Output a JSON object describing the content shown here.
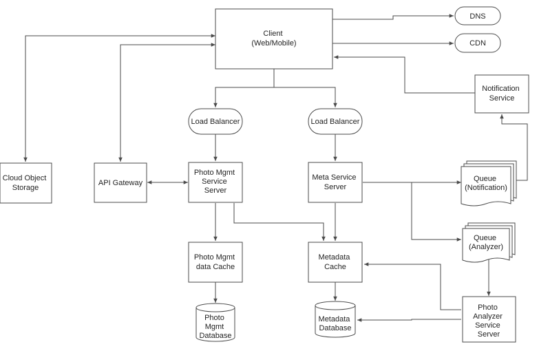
{
  "nodes": {
    "client": [
      "Client",
      "(Web/Mobile)"
    ],
    "dns": [
      "DNS"
    ],
    "cdn": [
      "CDN"
    ],
    "notification_service": [
      "Notification",
      "Service"
    ],
    "load_balancer_left": [
      "Load Balancer"
    ],
    "load_balancer_right": [
      "Load Balancer"
    ],
    "cloud_object_storage": [
      "Cloud Object",
      "Storage"
    ],
    "api_gateway": [
      "API Gateway"
    ],
    "photo_mgmt_service": [
      "Photo Mgmt",
      "Service",
      "Server"
    ],
    "meta_service_server": [
      "Meta Service",
      "Server"
    ],
    "queue_notification": [
      "Queue",
      "(Notification)"
    ],
    "queue_analyzer": [
      "Queue",
      "(Analyzer)"
    ],
    "photo_mgmt_cache": [
      "Photo Mgmt",
      "data Cache"
    ],
    "metadata_cache": [
      "Metadata",
      "Cache"
    ],
    "photo_mgmt_database": [
      "Photo",
      "Mgmt",
      "Database"
    ],
    "metadata_database": [
      "Metadata",
      "Database"
    ],
    "photo_analyzer": [
      "Photo",
      "Analyzer",
      "Service",
      "Server"
    ]
  },
  "edges": [
    [
      "client",
      "dns"
    ],
    [
      "client",
      "cdn"
    ],
    [
      "client",
      "load_balancer_left"
    ],
    [
      "client",
      "load_balancer_right"
    ],
    [
      "client",
      "cloud_object_storage"
    ],
    [
      "client",
      "api_gateway"
    ],
    [
      "notification_service",
      "client"
    ],
    [
      "load_balancer_left",
      "photo_mgmt_service"
    ],
    [
      "load_balancer_right",
      "meta_service_server"
    ],
    [
      "api_gateway",
      "photo_mgmt_service"
    ],
    [
      "photo_mgmt_service",
      "photo_mgmt_cache"
    ],
    [
      "photo_mgmt_service",
      "metadata_cache"
    ],
    [
      "photo_mgmt_cache",
      "photo_mgmt_database"
    ],
    [
      "meta_service_server",
      "metadata_cache"
    ],
    [
      "meta_service_server",
      "queue_notification"
    ],
    [
      "meta_service_server",
      "queue_analyzer"
    ],
    [
      "queue_notification",
      "notification_service"
    ],
    [
      "queue_analyzer",
      "photo_analyzer"
    ],
    [
      "metadata_cache",
      "metadata_database"
    ],
    [
      "photo_analyzer",
      "metadata_cache"
    ],
    [
      "photo_analyzer",
      "metadata_database"
    ]
  ]
}
